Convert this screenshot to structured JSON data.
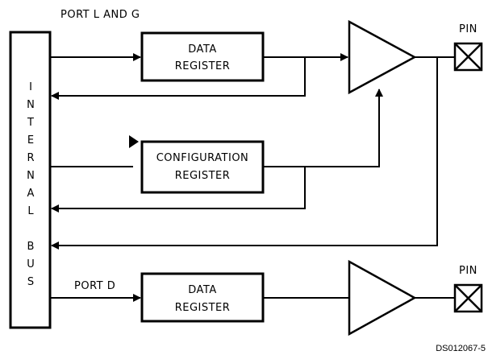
{
  "diagram": {
    "port_lg_label": "PORT L AND G",
    "port_d_label": "PORT D",
    "internal_bus_letters": [
      "I",
      "N",
      "T",
      "E",
      "R",
      "N",
      "A",
      "L",
      "",
      "B",
      "U",
      "S"
    ],
    "data_register_top": {
      "line1": "DATA",
      "line2": "REGISTER"
    },
    "config_register": {
      "line1": "CONFIGURATION",
      "line2": "REGISTER"
    },
    "data_register_bottom": {
      "line1": "DATA",
      "line2": "REGISTER"
    },
    "pin_top_label": "PIN",
    "pin_bottom_label": "PIN",
    "doc_number": "DS012067-5"
  }
}
